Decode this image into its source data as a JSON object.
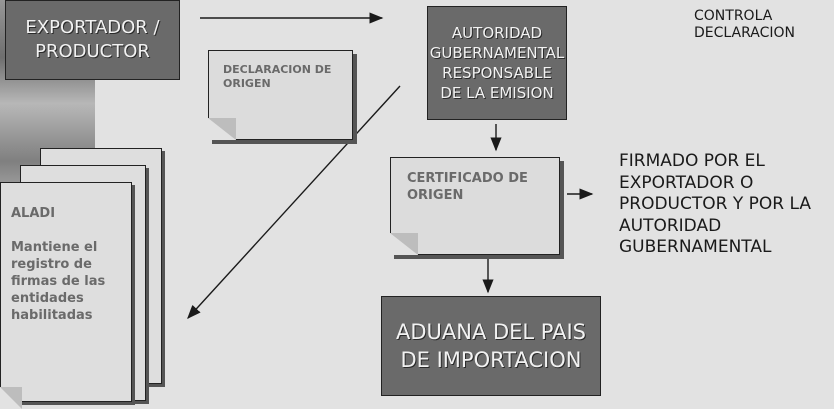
{
  "boxes": {
    "exporter": "EXPORTADOR / PRODUCTOR",
    "authority": "AUTORIDAD GUBERNAMENTAL RESPONSABLE DE LA EMISION",
    "customs": "ADUANA DEL PAIS DE IMPORTACION"
  },
  "documents": {
    "declaration": "DECLARACION DE ORIGEN",
    "certificate": "CERTIFICADO DE ORIGEN"
  },
  "notes": {
    "controls": "CONTROLA DECLARACION",
    "signed": "FIRMADO POR EL EXPORTADOR O PRODUCTOR Y POR LA AUTORIDAD GUBERNAMENTAL"
  },
  "aladi": {
    "title": "ALADI",
    "body": "Mantiene el registro de firmas de las entidades habilitadas"
  },
  "colors": {
    "background": "#e2e2e2",
    "dark_box": "#6a6a6a",
    "line": "#1a1a1a"
  }
}
